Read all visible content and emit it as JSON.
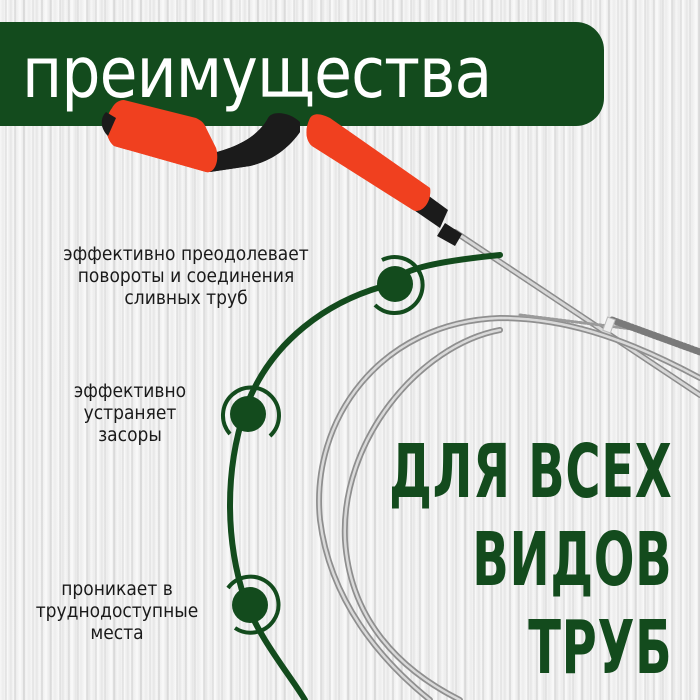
{
  "banner": {
    "title": "преимущества"
  },
  "features": [
    {
      "lines": [
        "эффективно преодолевает",
        "повороты и соединения",
        "сливных труб"
      ]
    },
    {
      "lines": [
        "эффективно",
        "устраняет",
        "засоры"
      ]
    },
    {
      "lines": [
        "проникает в",
        "труднодоступные",
        "места"
      ]
    }
  ],
  "headline": {
    "lines": [
      "ДЛЯ ВСЕХ",
      "ВИДОВ",
      "ТРУБ"
    ]
  },
  "colors": {
    "brand_green": "#134b1d",
    "handle_orange": "#f0401f",
    "handle_black": "#1b1b1b",
    "text": "#1a1a1a"
  }
}
